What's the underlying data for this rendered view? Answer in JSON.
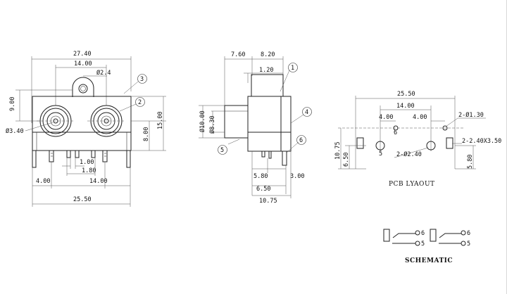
{
  "front_view": {
    "width_top": "27.40",
    "spacing_top": "14.00",
    "hole_dia": "Ø2.4",
    "height_left": "9.00",
    "jack_dia": "Ø3.40",
    "height_right_8": "8.00",
    "height_right_15": "15.00",
    "pin_spacing": "1.00",
    "pin_span": "1.80",
    "left_offset": "4.00",
    "pin_pitch": "14.00",
    "width_bottom": "25.50",
    "callout_3": "3",
    "callout_2": "2"
  },
  "side_view": {
    "top_left": "7.60",
    "top_right": "8.20",
    "top_small": "1.20",
    "dia_10": "Ø10.00",
    "dia_8": "Ø8.30",
    "bottom_580": "5.80",
    "bottom_300": "3.00",
    "bottom_650": "6.50",
    "bottom_1075": "10.75",
    "callout_1": "1",
    "callout_4": "4",
    "callout_5": "5",
    "callout_6": "6"
  },
  "pcb_layout": {
    "width": "25.50",
    "spacing": "14.00",
    "left_gap": "4.00",
    "right_gap": "4.00",
    "hole_small": "2-Ø1.30",
    "hole_large": "2-Ø2.40",
    "slot": "2-2.40X3.50",
    "height_left": "10.75",
    "height_left_inner": "6.50",
    "height_right": "5.80",
    "label_6": "6",
    "label_5": "5",
    "caption": "PCB LYAOUT"
  },
  "schematic": {
    "pin_6a": "6",
    "pin_5a": "5",
    "pin_6b": "6",
    "pin_5b": "5",
    "caption": "SCHEMATIC"
  }
}
